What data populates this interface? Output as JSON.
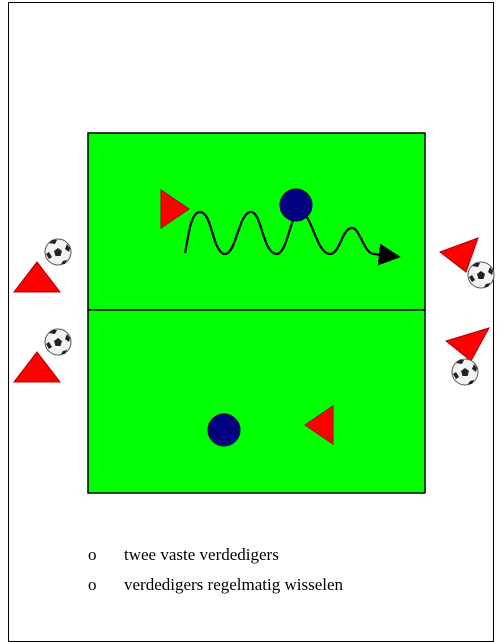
{
  "colors": {
    "field": "#00ff00",
    "field_border": "#000000",
    "attacker": "#ff0000",
    "defender": "#000080"
  },
  "icons": {
    "attacker": "red-triangle-icon",
    "defender": "navy-circle-icon",
    "ball": "soccer-ball-icon",
    "dribble": "wavy-arrow-icon"
  },
  "notes": {
    "bullet": "o",
    "items": [
      "twee vaste verdedigers",
      "verdedigers regelmatig wisselen"
    ]
  }
}
